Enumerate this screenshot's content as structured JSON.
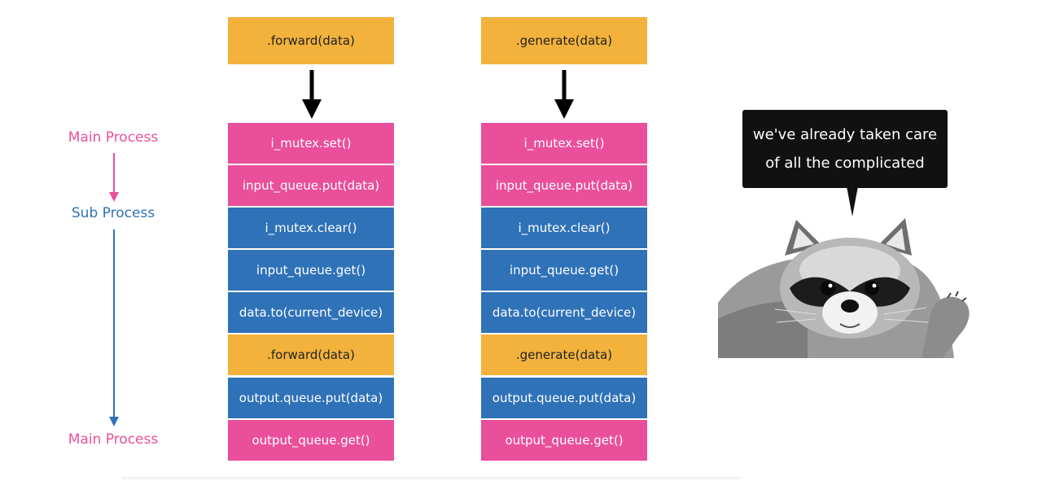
{
  "colors": {
    "yellow": "#F2B23C",
    "pink": "#E94F9B",
    "blue": "#2F72B8",
    "main_label": "#E94F9B",
    "sub_label": "#2F72B8"
  },
  "process_labels": {
    "main_top": "Main Process",
    "sub": "Sub Process",
    "main_bottom": "Main Process"
  },
  "columns": [
    {
      "head": {
        "label": ".forward(data)",
        "color": "yellow"
      },
      "steps": [
        {
          "label": "i_mutex.set()",
          "color": "pink"
        },
        {
          "label": "input_queue.put(data)",
          "color": "pink"
        },
        {
          "label": "i_mutex.clear()",
          "color": "blue"
        },
        {
          "label": "input_queue.get()",
          "color": "blue"
        },
        {
          "label": "data.to(current_device)",
          "color": "blue"
        },
        {
          "label": ".forward(data)",
          "color": "yellow"
        },
        {
          "label": "output.queue.put(data)",
          "color": "blue"
        },
        {
          "label": "output_queue.get()",
          "color": "pink"
        }
      ]
    },
    {
      "head": {
        "label": ".generate(data)",
        "color": "yellow"
      },
      "steps": [
        {
          "label": "i_mutex.set()",
          "color": "pink"
        },
        {
          "label": "input_queue.put(data)",
          "color": "pink"
        },
        {
          "label": "i_mutex.clear()",
          "color": "blue"
        },
        {
          "label": "input_queue.get()",
          "color": "blue"
        },
        {
          "label": "data.to(current_device)",
          "color": "blue"
        },
        {
          "label": ".generate(data)",
          "color": "yellow"
        },
        {
          "label": "output.queue.put(data)",
          "color": "blue"
        },
        {
          "label": "output_queue.get()",
          "color": "pink"
        }
      ]
    }
  ],
  "speech_bubble": {
    "line1": "we've already taken care",
    "line2": "of all the complicated"
  },
  "image": {
    "subject": "raccoon-illustration"
  }
}
